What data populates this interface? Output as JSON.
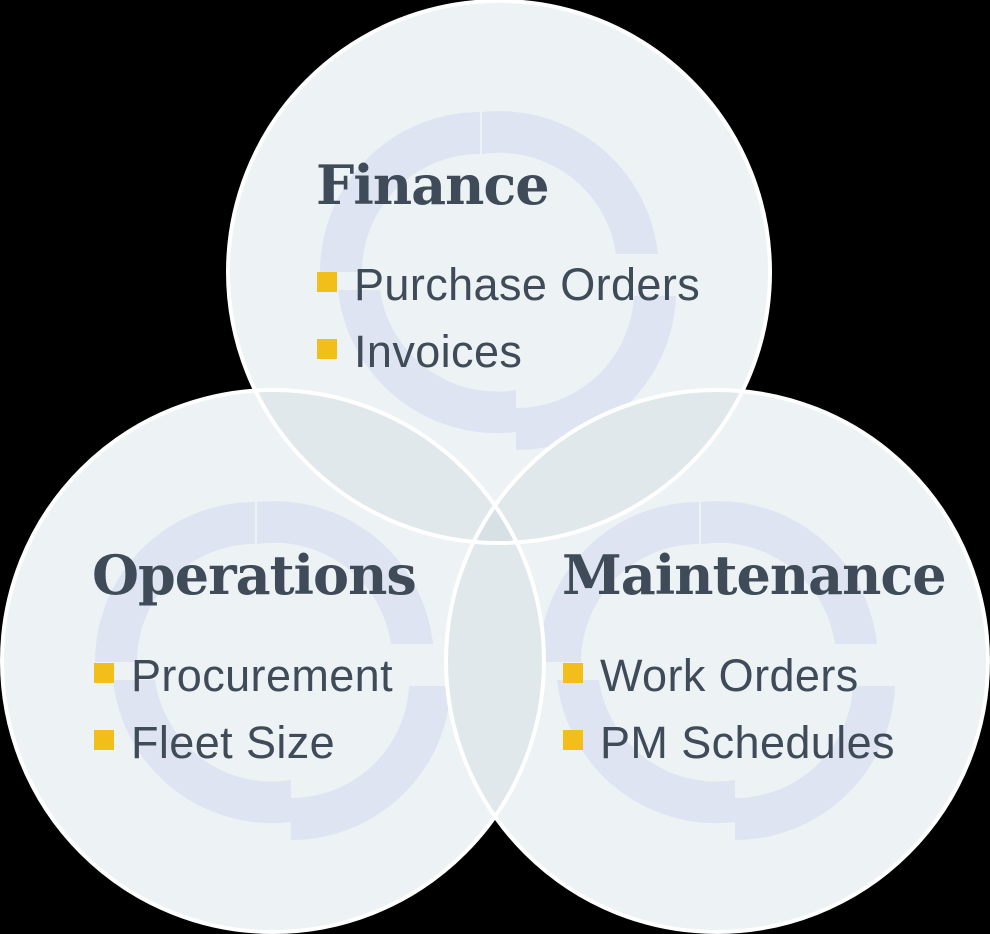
{
  "colors": {
    "background": "#000000",
    "circle_fill": "#EDF2F4",
    "overlap_two": "#E1E8EB",
    "overlap_three": "#D6E0E5",
    "circle_stroke": "#FFFFFF",
    "logo": "#DFE4F2",
    "text": "#3F4B58",
    "bullet": "#F2BE1A"
  },
  "circles": [
    {
      "id": "finance",
      "title": "Finance",
      "items": [
        "Purchase Orders",
        "Invoices"
      ],
      "icon": "ring-logo-icon"
    },
    {
      "id": "operations",
      "title": "Operations",
      "items": [
        "Procurement",
        "Fleet Size"
      ],
      "icon": "ring-logo-icon"
    },
    {
      "id": "maintenance",
      "title": "Maintenance",
      "items": [
        "Work Orders",
        "PM Schedules"
      ],
      "icon": "ring-logo-icon"
    }
  ]
}
